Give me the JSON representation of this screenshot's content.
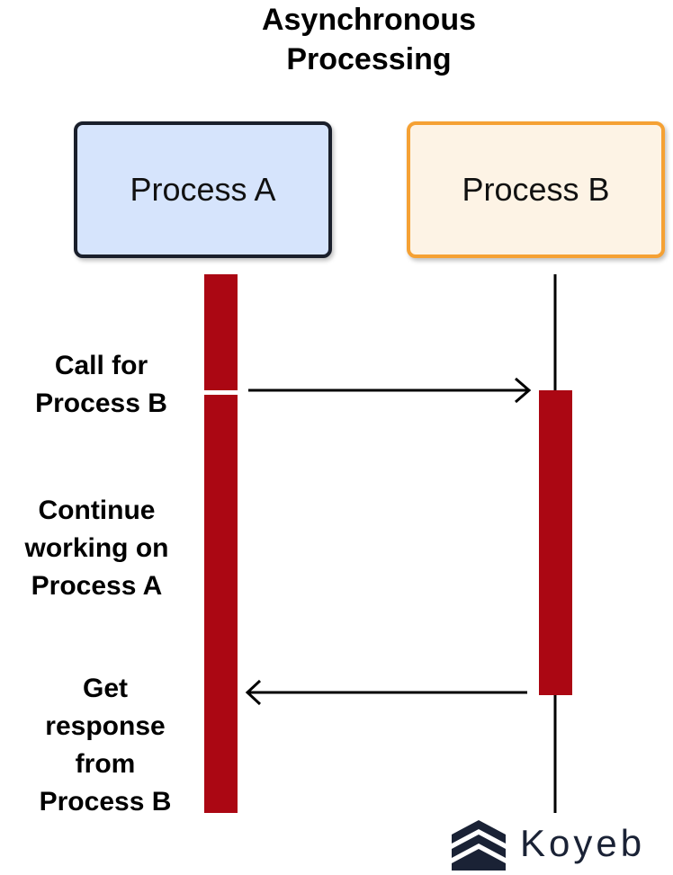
{
  "title": {
    "line1": "Asynchronous",
    "line2": "Processing"
  },
  "process_a": {
    "label": "Process A"
  },
  "process_b": {
    "label": "Process B"
  },
  "steps": {
    "call": {
      "line1": "Call for",
      "line2": "Process B"
    },
    "continue": {
      "line1": "Continue",
      "line2": "working on",
      "line3": "Process A"
    },
    "get": {
      "line1": "Get",
      "line2": "response",
      "line3": "from",
      "line4": "Process B"
    }
  },
  "logo": {
    "name": "Koyeb",
    "icon": "koyeb-chevron-icon"
  },
  "colors": {
    "activation_bar": "#ab0713",
    "process_a_fill": "#d6e4fc",
    "process_a_border": "#1a1f2b",
    "process_b_fill": "#fdf3e5",
    "process_b_border": "#f5a134"
  }
}
